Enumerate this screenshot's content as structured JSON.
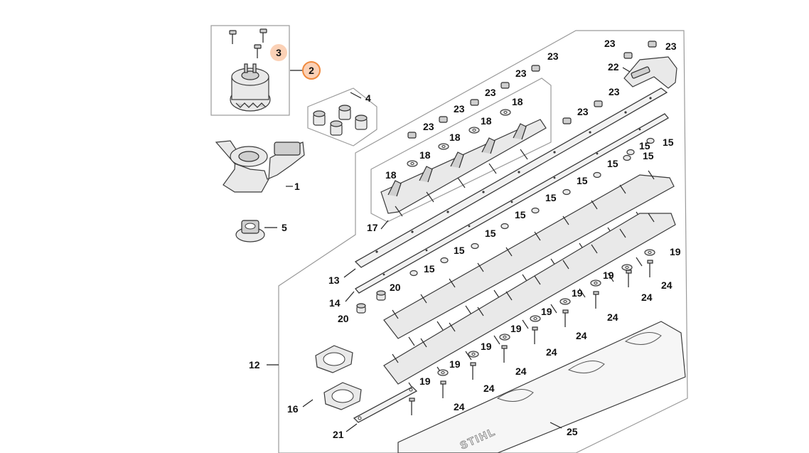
{
  "diagram": {
    "callouts": [
      {
        "id": "c3",
        "text": "3",
        "highlight": "light"
      },
      {
        "id": "c2",
        "text": "2",
        "highlight": "ring"
      },
      {
        "id": "c4",
        "text": "4"
      },
      {
        "id": "c1",
        "text": "1"
      },
      {
        "id": "c5",
        "text": "5"
      },
      {
        "id": "c17",
        "text": "17"
      },
      {
        "id": "c13",
        "text": "13"
      },
      {
        "id": "c14",
        "text": "14"
      },
      {
        "id": "c20a",
        "text": "20"
      },
      {
        "id": "c20b",
        "text": "20"
      },
      {
        "id": "c12",
        "text": "12"
      },
      {
        "id": "c16",
        "text": "16"
      },
      {
        "id": "c21",
        "text": "21"
      },
      {
        "id": "c22",
        "text": "22"
      },
      {
        "id": "c25",
        "text": "25"
      },
      {
        "id": "c23a",
        "text": "23"
      },
      {
        "id": "c23b",
        "text": "23"
      },
      {
        "id": "c23c",
        "text": "23"
      },
      {
        "id": "c23d",
        "text": "23"
      },
      {
        "id": "c23e",
        "text": "23"
      },
      {
        "id": "c23f",
        "text": "23"
      },
      {
        "id": "c23g",
        "text": "23"
      },
      {
        "id": "c23h",
        "text": "23"
      },
      {
        "id": "c23i",
        "text": "23"
      },
      {
        "id": "c18a",
        "text": "18"
      },
      {
        "id": "c18b",
        "text": "18"
      },
      {
        "id": "c18c",
        "text": "18"
      },
      {
        "id": "c18d",
        "text": "18"
      },
      {
        "id": "c18e",
        "text": "18"
      },
      {
        "id": "c15a",
        "text": "15"
      },
      {
        "id": "c15b",
        "text": "15"
      },
      {
        "id": "c15c",
        "text": "15"
      },
      {
        "id": "c15d",
        "text": "15"
      },
      {
        "id": "c15e",
        "text": "15"
      },
      {
        "id": "c15f",
        "text": "15"
      },
      {
        "id": "c15g",
        "text": "15"
      },
      {
        "id": "c15h",
        "text": "15"
      },
      {
        "id": "c15i",
        "text": "15"
      },
      {
        "id": "c15j",
        "text": "15"
      },
      {
        "id": "c19a",
        "text": "19"
      },
      {
        "id": "c19b",
        "text": "19"
      },
      {
        "id": "c19c",
        "text": "19"
      },
      {
        "id": "c19d",
        "text": "19"
      },
      {
        "id": "c19e",
        "text": "19"
      },
      {
        "id": "c19f",
        "text": "19"
      },
      {
        "id": "c19g",
        "text": "19"
      },
      {
        "id": "c19h",
        "text": "19"
      },
      {
        "id": "c24a",
        "text": "24"
      },
      {
        "id": "c24b",
        "text": "24"
      },
      {
        "id": "c24c",
        "text": "24"
      },
      {
        "id": "c24d",
        "text": "24"
      },
      {
        "id": "c24e",
        "text": "24"
      },
      {
        "id": "c24f",
        "text": "24"
      },
      {
        "id": "c24g",
        "text": "24"
      },
      {
        "id": "c24h",
        "text": "24"
      }
    ],
    "logo_text": "STIHL",
    "colors": {
      "highlight_fill": "#fbd1b6",
      "highlight_stroke": "#f08a3e",
      "line": "#3a3a3a",
      "frame": "#9a9a9a"
    }
  }
}
